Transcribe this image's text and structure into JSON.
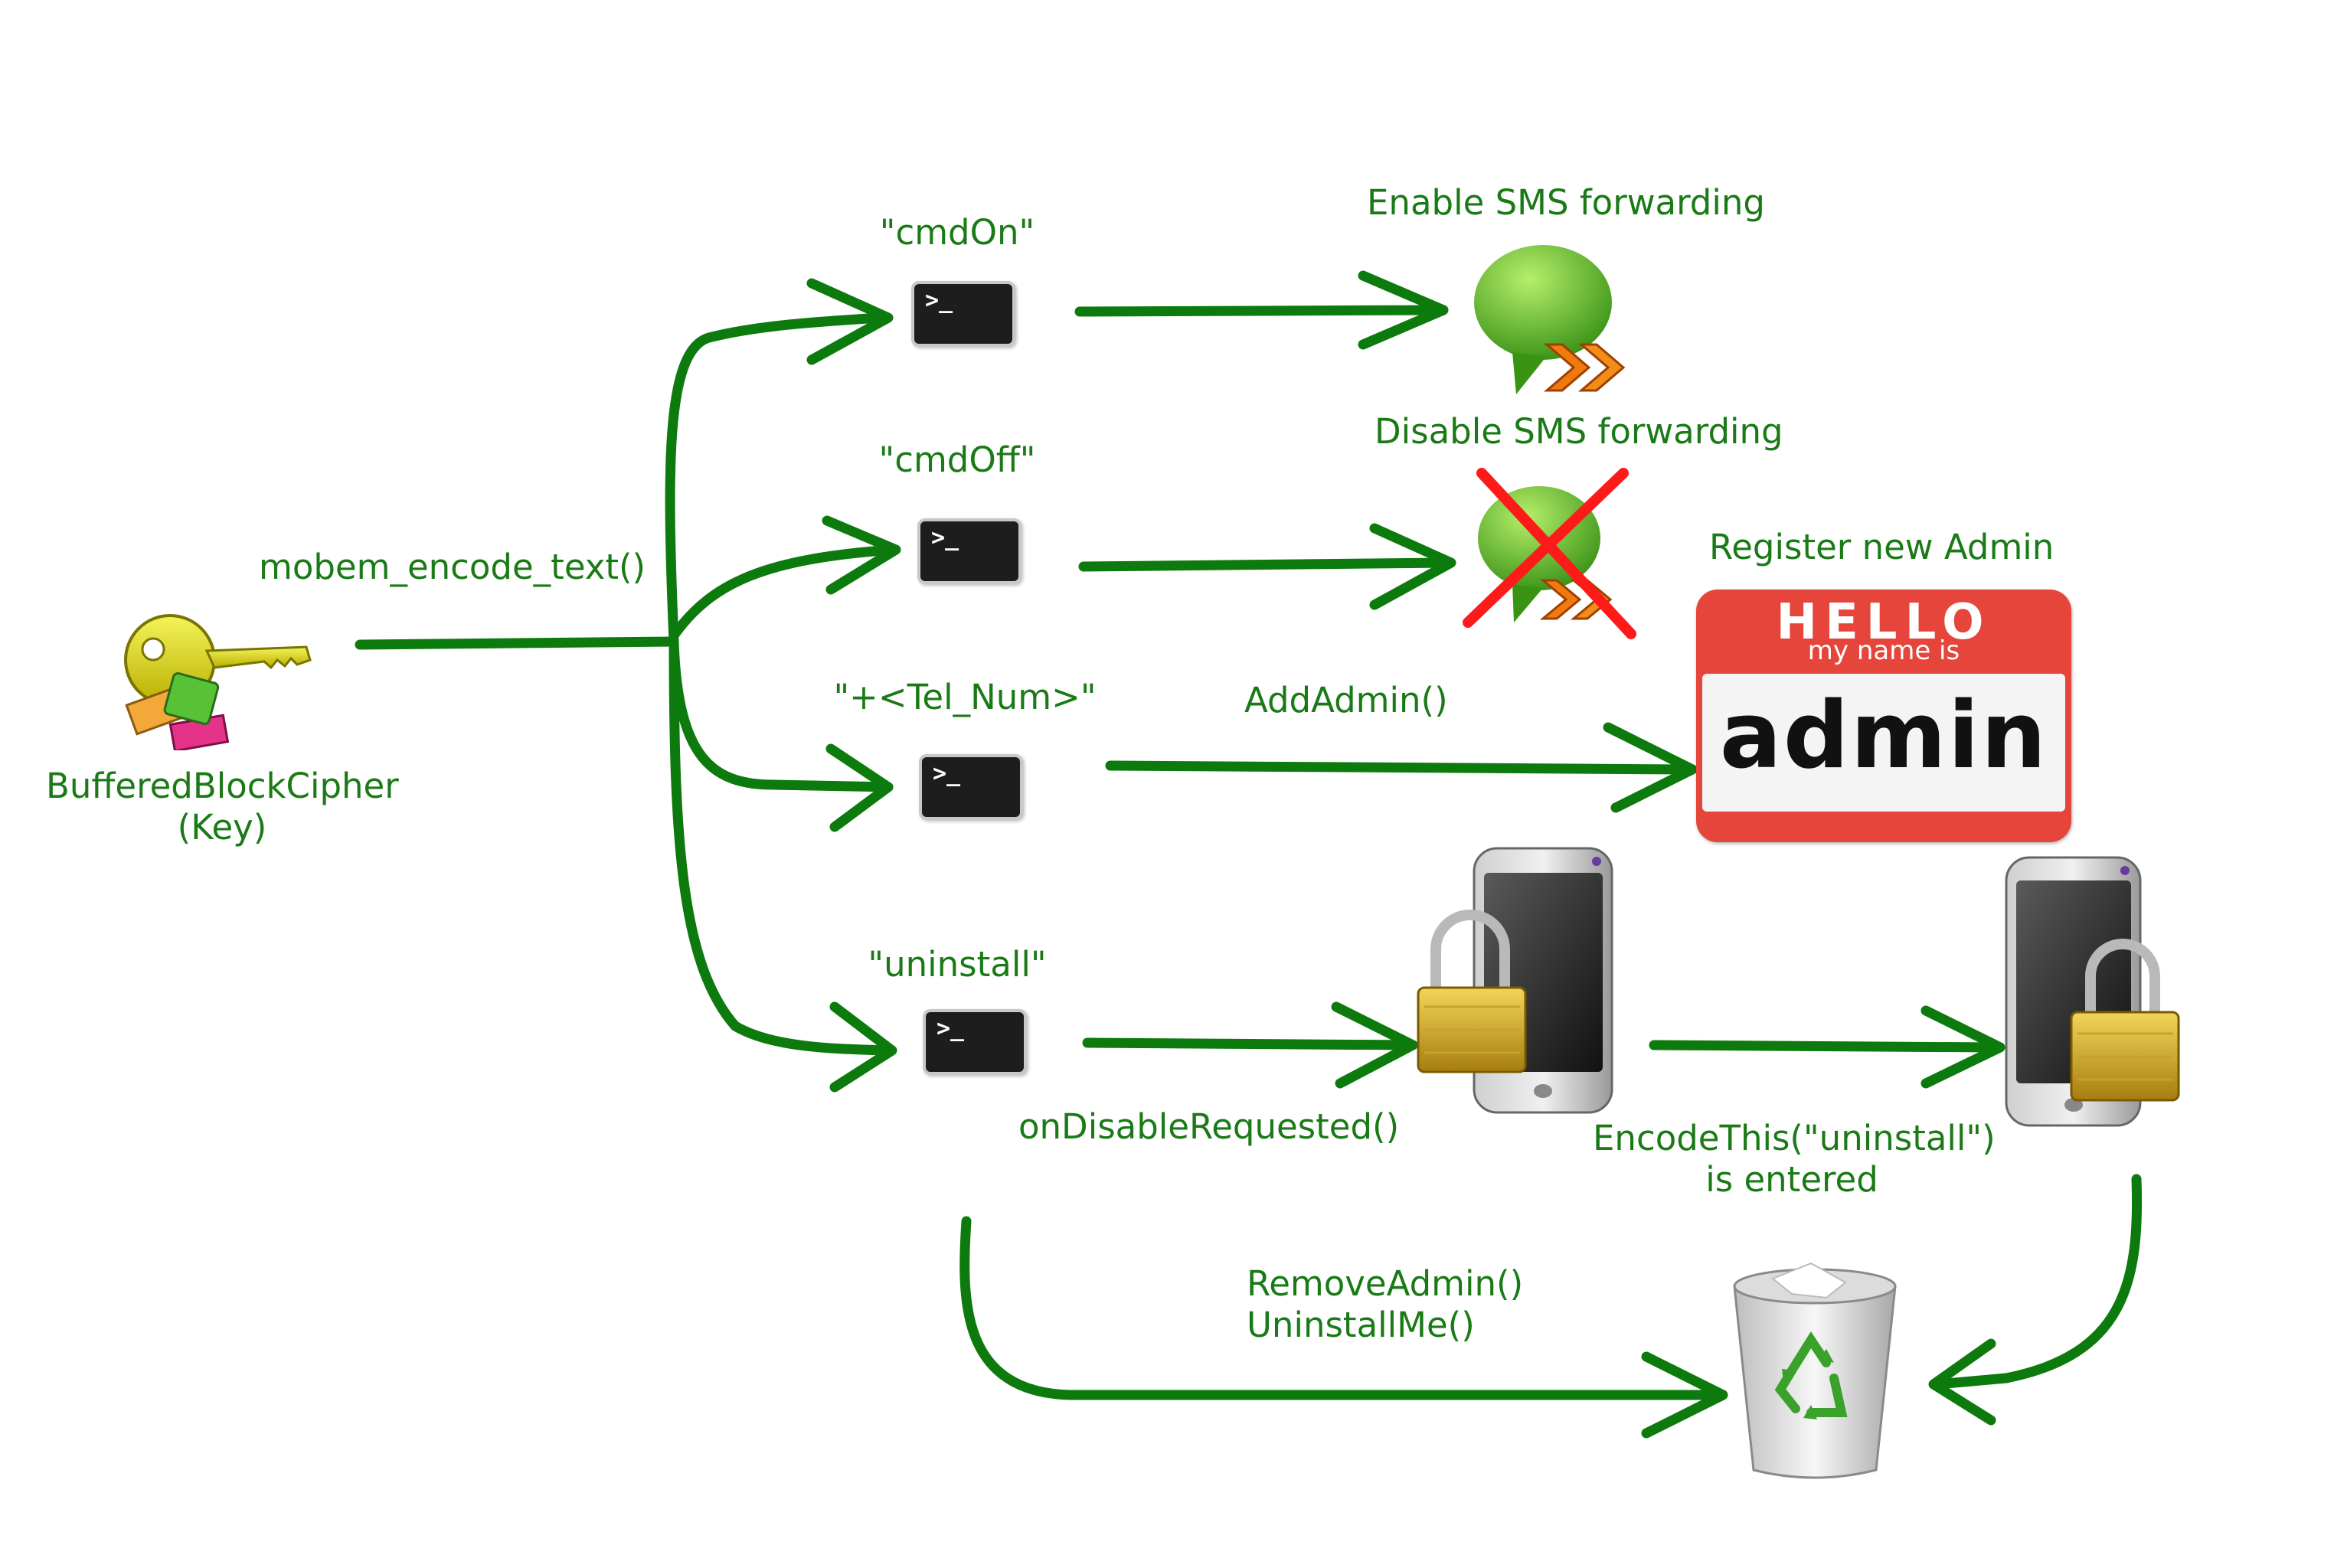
{
  "source": {
    "function_label": "mobem_encode_text()",
    "cipher_label": "BufferedBlockCipher\n(Key)",
    "icon": "key-icon"
  },
  "commands": [
    {
      "id": "cmdOn",
      "label": "\"cmdOn\"",
      "icon": "terminal-icon"
    },
    {
      "id": "cmdOff",
      "label": "\"cmdOff\"",
      "icon": "terminal-icon"
    },
    {
      "id": "tel",
      "label": "\"+<Tel_Num>\"",
      "icon": "terminal-icon"
    },
    {
      "id": "uninstall",
      "label": "\"uninstall\"",
      "icon": "terminal-icon"
    }
  ],
  "results": {
    "enable_sms": {
      "label": "Enable SMS forwarding",
      "icon": "sms-forward-icon"
    },
    "disable_sms": {
      "label": "Disable SMS forwarding",
      "icon": "sms-forward-disabled-icon"
    },
    "register_admin": {
      "label": "Register new Admin",
      "icon": "name-tag-icon",
      "tag_hello": "HELLO",
      "tag_sub": "my name is",
      "tag_name": "admin"
    },
    "lock_phone_1": {
      "icon": "locked-phone-icon"
    },
    "lock_phone_2": {
      "icon": "locked-phone-icon"
    },
    "trash": {
      "icon": "recycle-bin-icon"
    }
  },
  "edge_labels": {
    "add_admin": "AddAdmin()",
    "on_disable": "onDisableRequested()",
    "encode_this": "EncodeThis(\"uninstall\")\nis entered",
    "remove_admin": "RemoveAdmin()\nUninstallMe()"
  },
  "colors": {
    "arrow": "#0c7a0c",
    "label": "#1a7a16",
    "cross": "#ff1a1a",
    "tag_red": "#e5453a"
  }
}
